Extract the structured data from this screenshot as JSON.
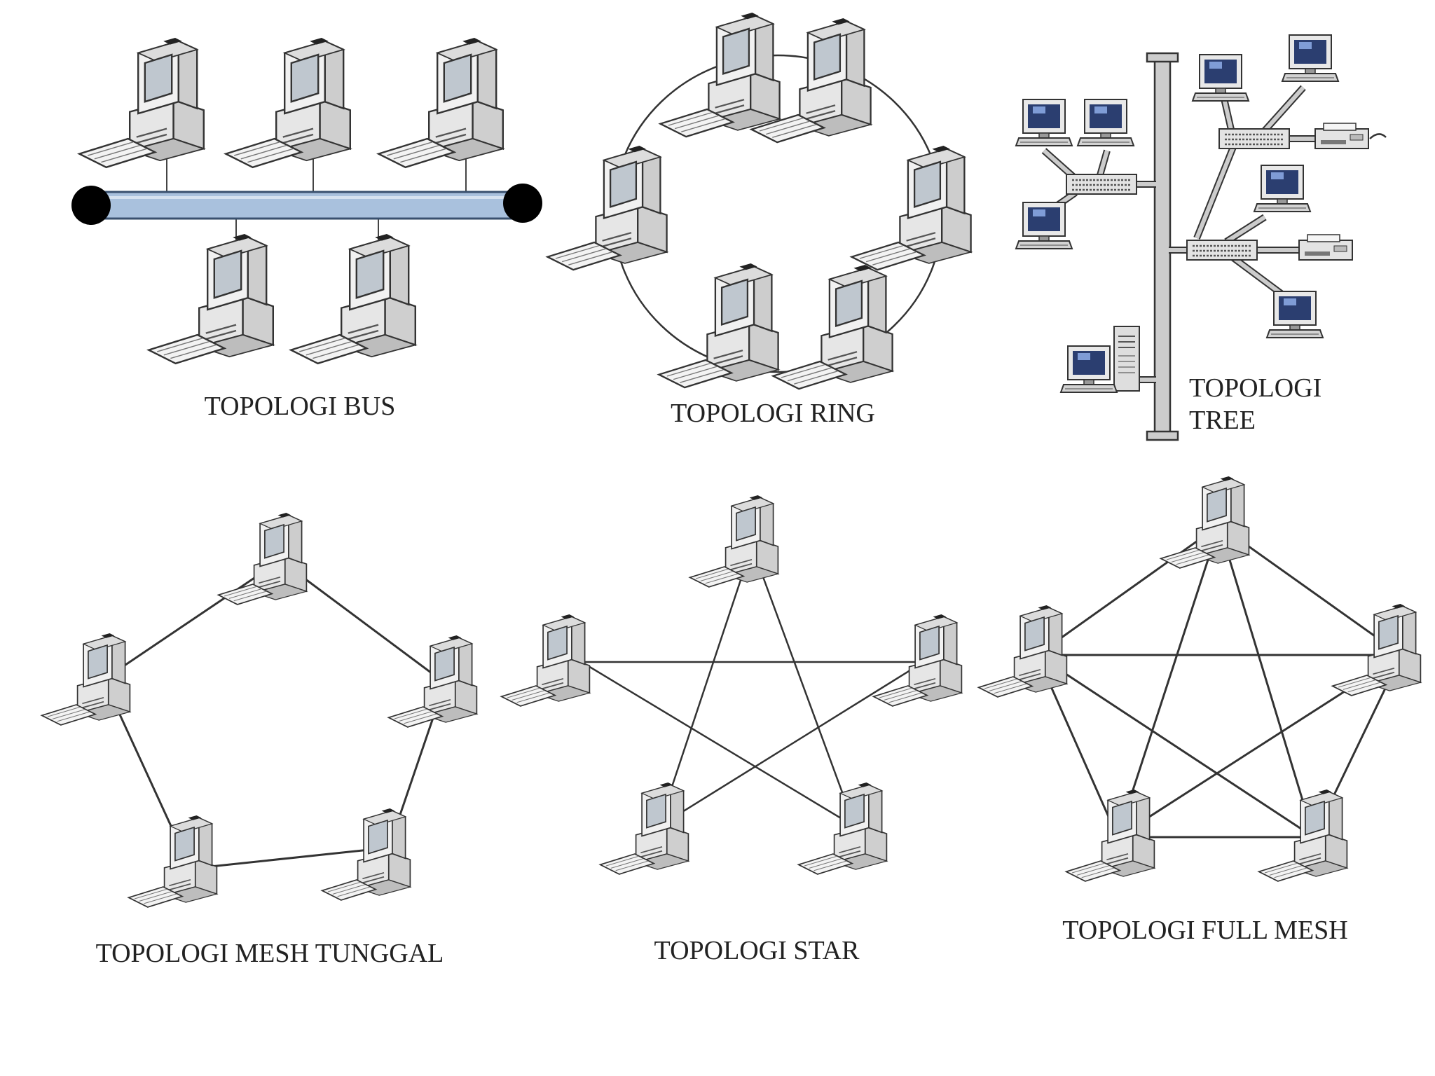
{
  "captions": {
    "bus": "TOPOLOGI BUS",
    "ring": "TOPOLOGI RING",
    "tree_line1": "TOPOLOGI",
    "tree_line2": "TREE",
    "mesh_single": "TOPOLOGI MESH TUNGGAL",
    "star": "TOPOLOGI STAR",
    "full_mesh": "TOPOLOGI FULL MESH"
  },
  "colors": {
    "bus_cable": "#a9c1dd",
    "bus_terminator": "#000000",
    "line": "#333333",
    "screen_dark": "#2b3e70",
    "tree_bus": "#cccccc"
  },
  "icons": {
    "desktop": "desktop-computer-icon",
    "monitor": "monitor-icon",
    "hub": "hub-icon",
    "printer": "printer-icon",
    "server": "server-tower-icon",
    "terminator": "bus-terminator-icon"
  }
}
